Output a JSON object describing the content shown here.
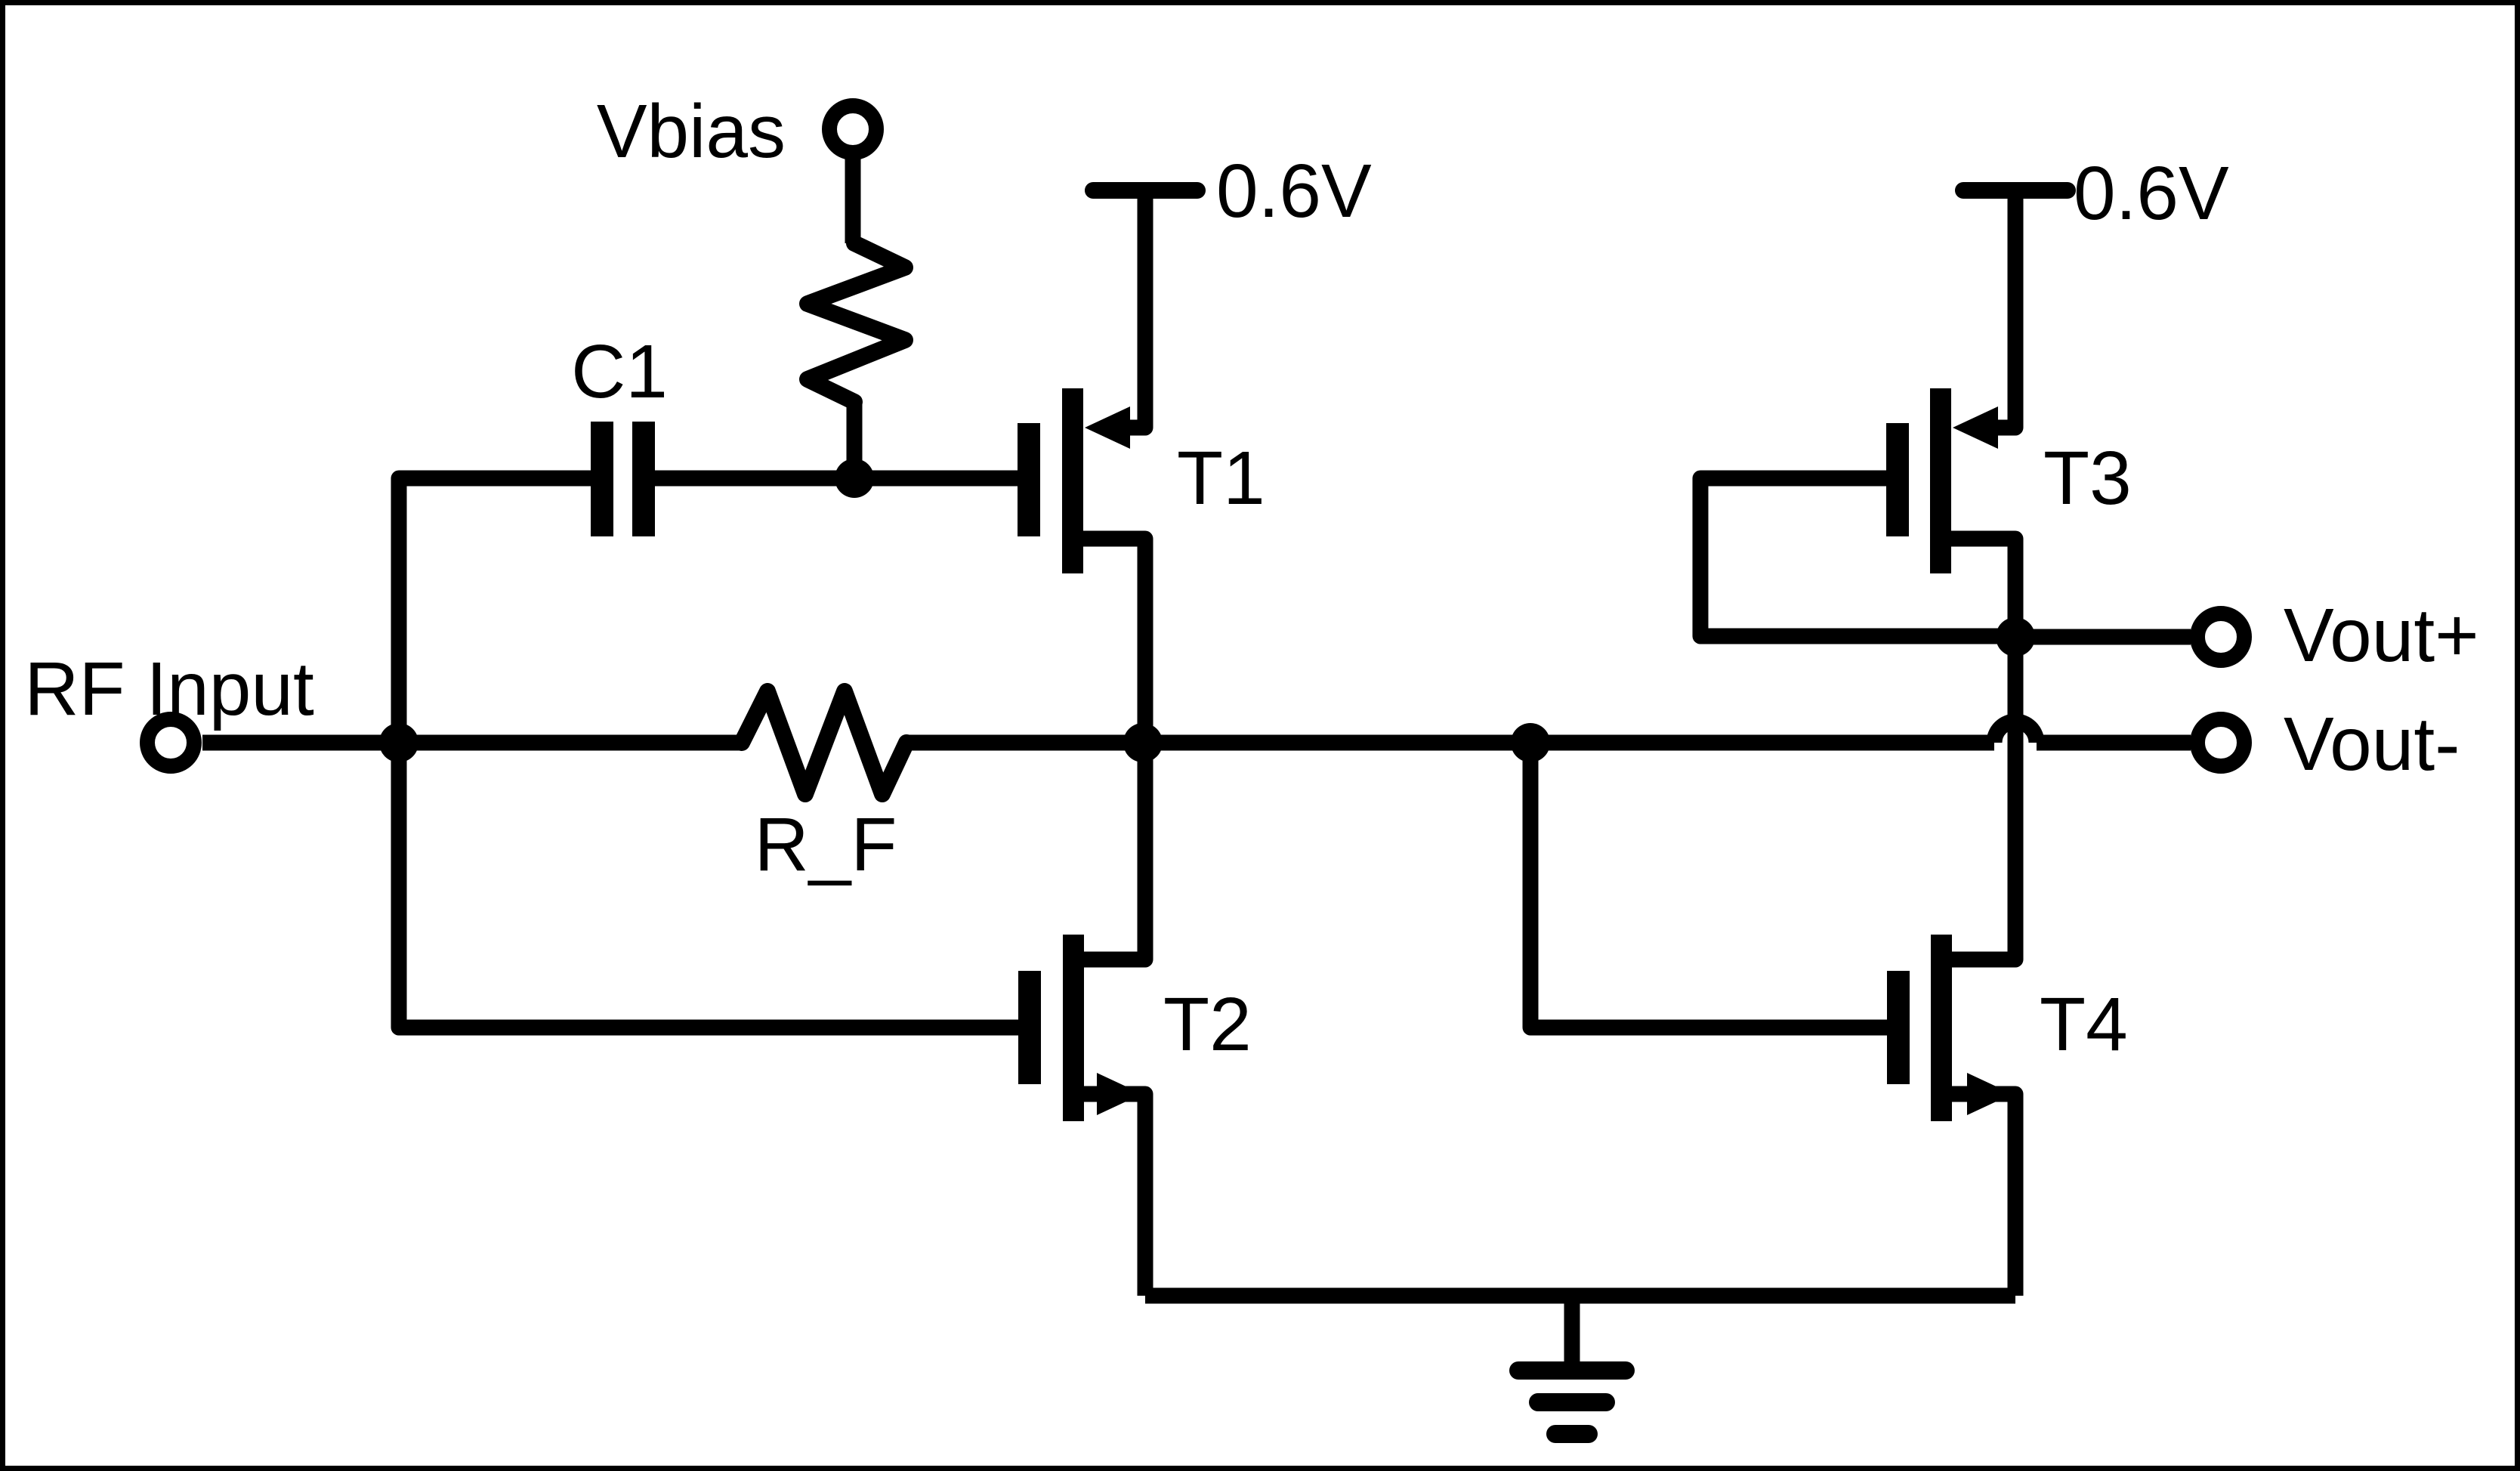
{
  "colors": {
    "ink": "#000000",
    "background": "#ffffff"
  },
  "terminals": {
    "vbias": {
      "label": "Vbias"
    },
    "rf_input": {
      "label": "RF Input"
    },
    "vout_plus": {
      "label": "Vout+"
    },
    "vout_minus": {
      "label": "Vout-"
    }
  },
  "supplies": {
    "left": {
      "label": "0.6V"
    },
    "right": {
      "label": "0.6V"
    }
  },
  "components": {
    "c1": {
      "label": "C1",
      "type": "coupling-capacitor"
    },
    "r_f": {
      "label": "R_F",
      "type": "feedback-resistor"
    },
    "r_bias": {
      "type": "bias-resistor"
    },
    "t1": {
      "label": "T1",
      "type": "PMOS"
    },
    "t2": {
      "label": "T2",
      "type": "NMOS"
    },
    "t3": {
      "label": "T3",
      "type": "PMOS-diode-connected"
    },
    "t4": {
      "label": "T4",
      "type": "NMOS"
    },
    "ground": {
      "type": "ground"
    }
  }
}
